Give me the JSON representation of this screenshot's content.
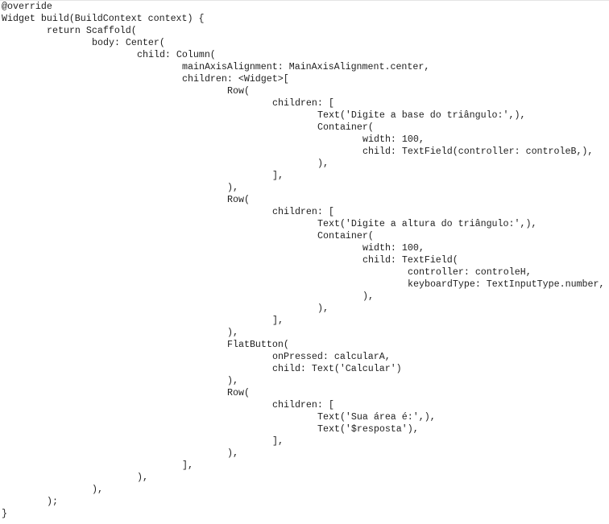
{
  "code_lines": [
    {
      "indent": 0,
      "text": "@override"
    },
    {
      "indent": 0,
      "text": "Widget build(BuildContext context) {"
    },
    {
      "indent": 1,
      "text": "return Scaffold("
    },
    {
      "indent": 2,
      "text": "body: Center("
    },
    {
      "indent": 3,
      "text": "child: Column("
    },
    {
      "indent": 4,
      "text": "mainAxisAlignment: MainAxisAlignment.center,"
    },
    {
      "indent": 4,
      "text": "children: <Widget>["
    },
    {
      "indent": 5,
      "text": "Row("
    },
    {
      "indent": 6,
      "text": "children: ["
    },
    {
      "indent": 7,
      "text": "Text('Digite a base do triângulo:',),"
    },
    {
      "indent": 7,
      "text": "Container("
    },
    {
      "indent": 8,
      "text": "width: 100,"
    },
    {
      "indent": 8,
      "text": "child: TextField(controller: controleB,),"
    },
    {
      "indent": 7,
      "text": "),"
    },
    {
      "indent": 6,
      "text": "],"
    },
    {
      "indent": 5,
      "text": "),"
    },
    {
      "indent": 5,
      "text": "Row("
    },
    {
      "indent": 6,
      "text": "children: ["
    },
    {
      "indent": 7,
      "text": "Text('Digite a altura do triângulo:',),"
    },
    {
      "indent": 7,
      "text": "Container("
    },
    {
      "indent": 8,
      "text": "width: 100,"
    },
    {
      "indent": 8,
      "text": "child: TextField("
    },
    {
      "indent": 9,
      "text": "controller: controleH,"
    },
    {
      "indent": 9,
      "text": "keyboardType: TextInputType.number,"
    },
    {
      "indent": 8,
      "text": "),"
    },
    {
      "indent": 7,
      "text": "),"
    },
    {
      "indent": 6,
      "text": "],"
    },
    {
      "indent": 5,
      "text": "),"
    },
    {
      "indent": 5,
      "text": "FlatButton("
    },
    {
      "indent": 6,
      "text": "onPressed: calcularA,"
    },
    {
      "indent": 6,
      "text": "child: Text('Calcular')"
    },
    {
      "indent": 5,
      "text": "),"
    },
    {
      "indent": 5,
      "text": "Row("
    },
    {
      "indent": 6,
      "text": "children: ["
    },
    {
      "indent": 7,
      "text": "Text('Sua área é:',),"
    },
    {
      "indent": 7,
      "text": "Text('$resposta'),"
    },
    {
      "indent": 6,
      "text": "],"
    },
    {
      "indent": 5,
      "text": "),"
    },
    {
      "indent": 4,
      "text": "],"
    },
    {
      "indent": 3,
      "text": "),"
    },
    {
      "indent": 2,
      "text": "),"
    },
    {
      "indent": 1,
      "text": ");"
    },
    {
      "indent": 0,
      "text": "}"
    }
  ]
}
